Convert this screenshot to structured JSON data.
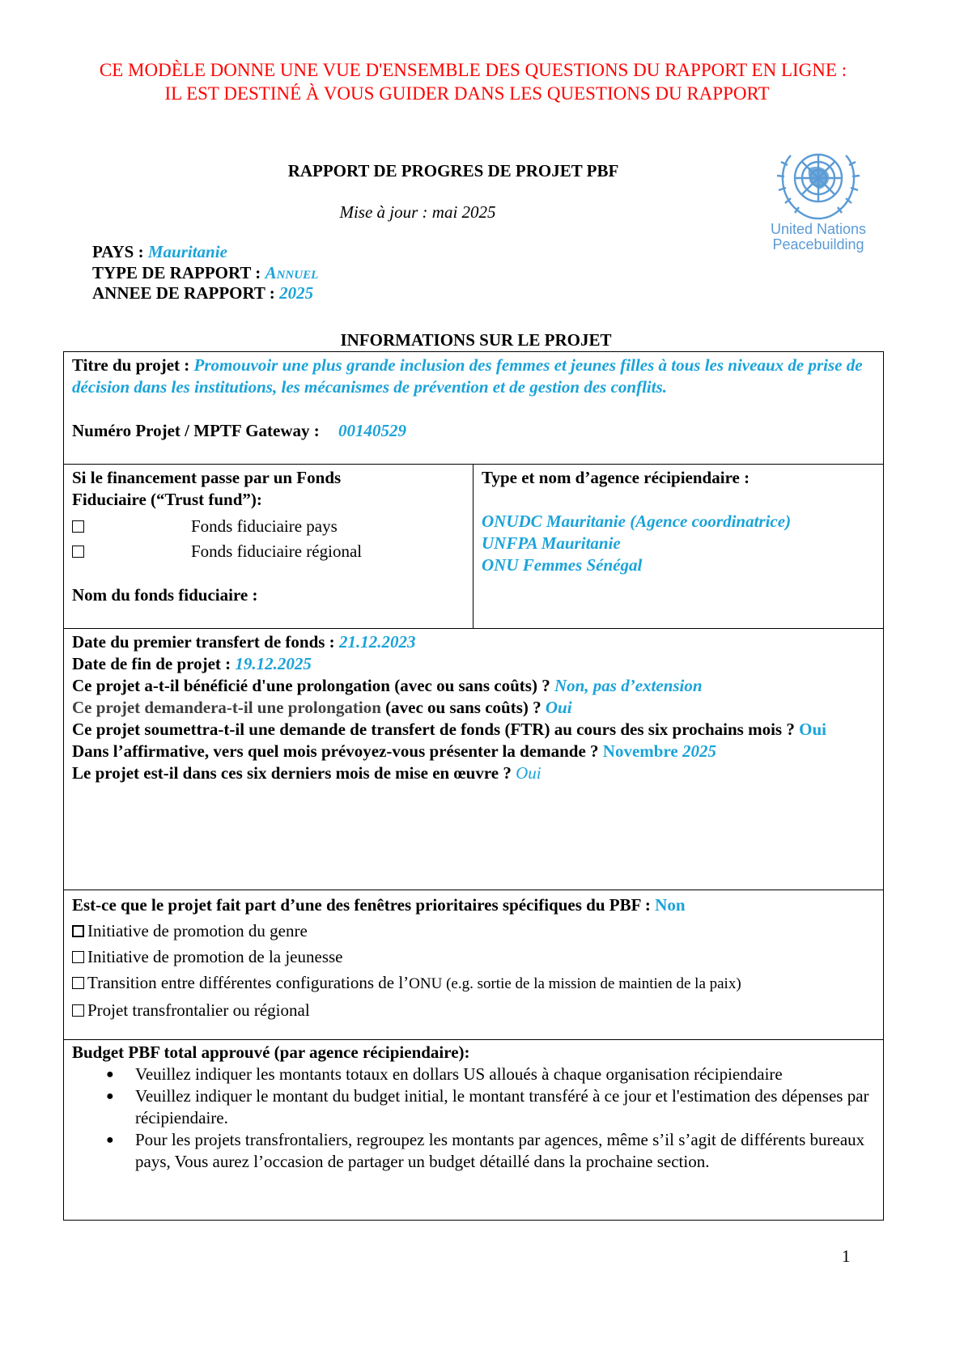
{
  "banner": {
    "line1": "CE MODÈLE DONNE UNE VUE D'ENSEMBLE DES QUESTIONS DU RAPPORT EN LIGNE :",
    "line2": "IL EST DESTINÉ À VOUS GUIDER DANS LES QUESTIONS DU RAPPORT"
  },
  "header": {
    "title": "RAPPORT DE PROGRES DE PROJET PBF",
    "updated": "Mise à jour : mai 2025"
  },
  "logo": {
    "line1": "United Nations",
    "line2": "Peacebuilding"
  },
  "meta": {
    "country_label": "PAYS : ",
    "country_value": "Mauritanie",
    "report_type_label": "TYPE DE RAPPORT : ",
    "report_type_value": "Annuel",
    "report_year_label": "ANNEE DE RAPPORT : ",
    "report_year_value": "2025"
  },
  "section_title": "INFORMATIONS SUR LE PROJET",
  "project": {
    "title_label": "Titre du projet : ",
    "title_value": "Promouvoir une plus grande inclusion des femmes et jeunes filles à tous les niveaux de prise de décision dans les institutions, les mécanismes de prévention et de gestion des conflits.",
    "number_label": "Numéro Projet / MPTF Gateway :",
    "number_value": "00140529"
  },
  "trust_fund": {
    "label_line1": "Si le financement passe par un Fonds",
    "label_line2": "Fiduciaire (“Trust fund”):",
    "options": [
      "Fonds fiduciaire pays",
      "Fonds fiduciaire régional"
    ],
    "name_label": "Nom du fonds fiduciaire :"
  },
  "agencies": {
    "label": "Type et nom d’agence récipiendaire :",
    "list": [
      "ONUDC Mauritanie (Agence coordinatrice)",
      "UNFPA Mauritanie",
      "ONU Femmes Sénégal"
    ]
  },
  "dates": {
    "first_transfer_label": "Date du premier transfert de fonds : ",
    "first_transfer_value": "21.12.2023",
    "end_label": "Date de fin de projet : ",
    "end_value": "19.12.2025",
    "extension_label": "Ce projet a-t-il bénéficié d'une prolongation (avec ou sans coûts) ? ",
    "extension_value": "Non, pas d’extension",
    "will_extend_label_a": "Ce projet demandera-t-il une prolongation",
    "will_extend_label_b": " (avec ou sans coûts) ? ",
    "will_extend_value": "Oui",
    "ftr_label": "Ce projet soumettra-t-il une demande de transfert de fonds (FTR) au cours des six prochains mois ? ",
    "ftr_value": "Oui",
    "month_label": "Dans l’affirmative, vers quel mois prévoyez-vous présenter la demande ? ",
    "month_value_a": "Novembre ",
    "month_value_b": "2025",
    "last_six_label": "Le projet est-il dans ces six derniers mois de mise en œuvre ? ",
    "last_six_value": "Oui"
  },
  "windows": {
    "label": "Est-ce que le projet fait part d’une des fenêtres prioritaires spécifiques du PBF : ",
    "value": "Non",
    "opt1": "Initiative de promotion du genre",
    "opt2": "Initiative de promotion de la jeunesse",
    "opt3_a": "Transition entre différentes configurations de l’",
    "opt3_b": "ONU (e.g. sortie de la mission de maintien de la paix)",
    "opt4": "Projet transfrontalier ou régional"
  },
  "budget": {
    "label": "Budget PBF total approuvé (par agence récipiendaire):",
    "bullets": [
      "Veuillez indiquer les montants totaux en dollars US alloués à chaque organisation récipiendaire",
      "Veuillez indiquer le montant du budget initial, le montant transféré à ce jour et l'estimation des dépenses par récipiendaire.",
      "Pour les projets transfrontaliers, regroupez les montants par agences, même s’il s’agit de différents bureaux pays, Vous aurez l’occasion de partager un budget détaillé dans la prochaine section."
    ]
  },
  "page_number": "1",
  "colors": {
    "banner": "#ff0000",
    "value": "#1aa3d9",
    "logo": "#5b9bd5"
  }
}
